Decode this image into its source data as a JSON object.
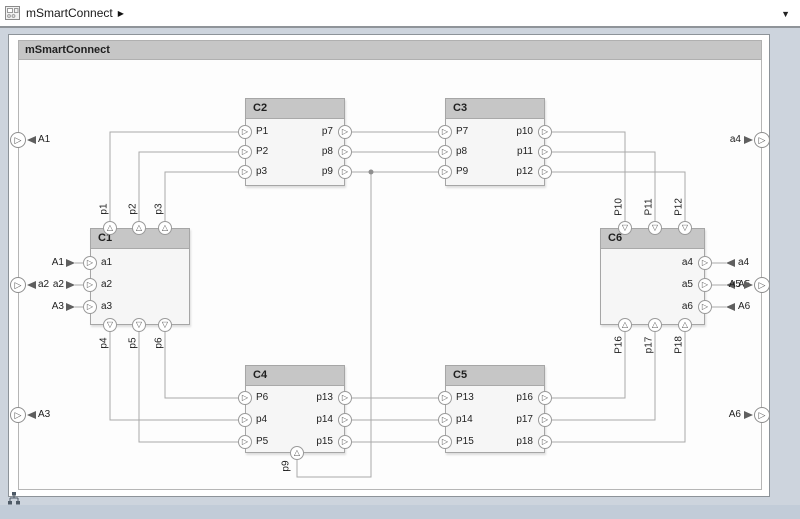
{
  "breadcrumb": {
    "title": "mSmartConnect"
  },
  "diagram": {
    "title": "mSmartConnect"
  },
  "icons": {
    "port_right": "▷",
    "port_up": "△",
    "port_down": "▽",
    "breadcrumb_arrow": "▶",
    "dropdown_arrow": "▼"
  },
  "edge_ports": {
    "left": [
      "A1",
      "a2",
      "A3"
    ],
    "right": [
      "a4",
      "A5",
      "A6"
    ]
  },
  "blocks": {
    "c1": {
      "title": "C1",
      "left": [
        "a1",
        "a2",
        "a3"
      ],
      "top": [
        "p1",
        "p2",
        "p3"
      ],
      "bottom": [
        "p4",
        "p5",
        "p6"
      ],
      "stub_labels": [
        "A1",
        "a2",
        "A3"
      ]
    },
    "c2": {
      "title": "C2",
      "left": [
        "P1",
        "P2",
        "p3"
      ],
      "right": [
        "p7",
        "p8",
        "p9"
      ]
    },
    "c3": {
      "title": "C3",
      "left": [
        "P7",
        "p8",
        "P9"
      ],
      "right": [
        "p10",
        "p11",
        "p12"
      ]
    },
    "c4": {
      "title": "C4",
      "left": [
        "P6",
        "p4",
        "P5"
      ],
      "right": [
        "p13",
        "p14",
        "p15"
      ],
      "bottom": [
        "p9"
      ]
    },
    "c5": {
      "title": "C5",
      "left": [
        "P13",
        "p14",
        "P15"
      ],
      "right": [
        "p16",
        "p17",
        "p18"
      ]
    },
    "c6": {
      "title": "C6",
      "top": [
        "P10",
        "P11",
        "P12"
      ],
      "right": [
        "a4",
        "a5",
        "a6"
      ],
      "bottom": [
        "P16",
        "p17",
        "P18"
      ],
      "stub_labels": [
        "a4",
        "A5",
        "A6"
      ]
    }
  },
  "colors": {
    "margin_bg": "#cdd4dd",
    "header_fill": "#c6c6c6",
    "wire": "#a9a9a9",
    "block_body": "#f6f6f6",
    "stub_arrow": "#5f5f5f"
  }
}
